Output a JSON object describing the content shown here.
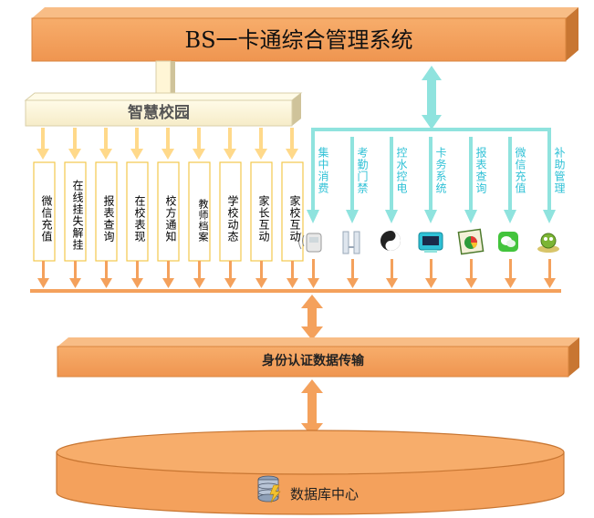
{
  "title": "BS一卡通综合管理系统",
  "smart_campus": "智慧校园",
  "smart_items": [
    "微信充值",
    "在线挂失解挂",
    "报表查询",
    "在校表现",
    "校方通知",
    "教师档案",
    "学校动态",
    "家长互动",
    "家校互动"
  ],
  "right_items": [
    {
      "label": "集中消费",
      "icon": "pos-terminal-icon"
    },
    {
      "label": "考勤门禁",
      "icon": "turnstile-icon"
    },
    {
      "label": "控水控电",
      "icon": "water-electric-icon"
    },
    {
      "label": "卡务系统",
      "icon": "card-terminal-icon"
    },
    {
      "label": "报表查询",
      "icon": "report-chart-icon"
    },
    {
      "label": "微信充值",
      "icon": "wechat-icon"
    },
    {
      "label": "补助管理",
      "icon": "subsidy-icon"
    }
  ],
  "auth_label": "身份认证数据传输",
  "db_label": "数据库中心",
  "colors": {
    "orange": "#f4a15c",
    "orange_dark": "#c87632",
    "cream": "#fff6d6",
    "teal": "#8fe3de",
    "teal_text": "#2fc1d6",
    "yellow_arrow": "#ffd98a",
    "yellow_border": "#f2c94c"
  }
}
